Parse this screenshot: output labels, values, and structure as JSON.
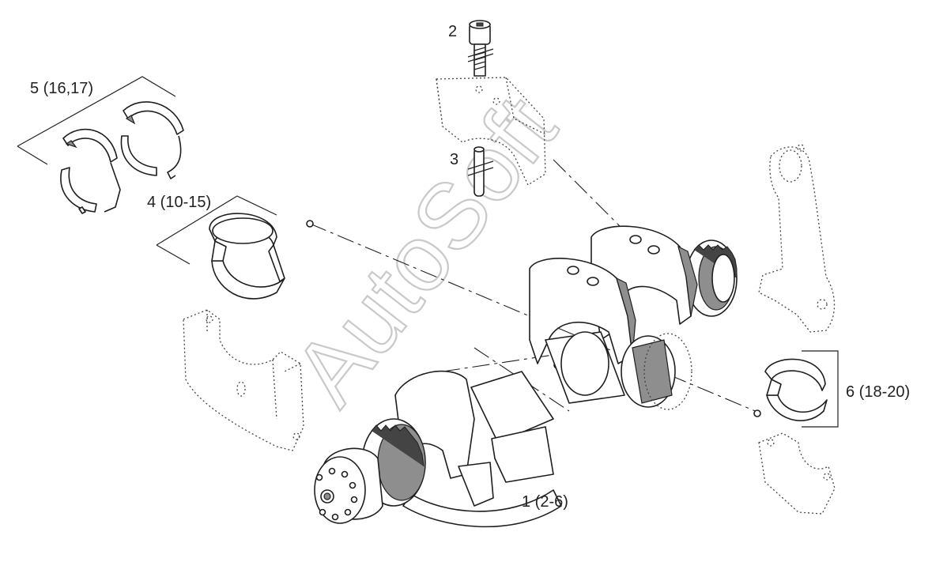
{
  "watermark": "AutoSoft",
  "callouts": {
    "item_1": "1 (2-6)",
    "item_2": "2",
    "item_3": "3",
    "item_4": "4 (10-15)",
    "item_5": "5 (16,17)",
    "item_6": "6 (18-20)"
  },
  "colors": {
    "line": "#1e1e1e",
    "shade": "#8e8e8e",
    "watermark": "#c9c9c9",
    "background": "#ffffff"
  }
}
